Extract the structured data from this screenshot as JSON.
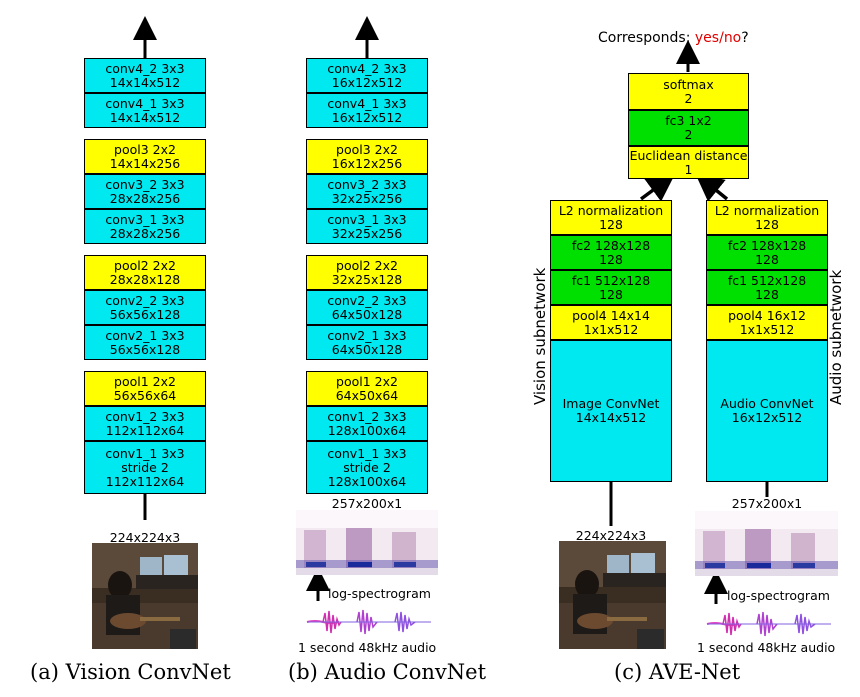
{
  "vision_convnet": {
    "blocks": [
      {
        "l1": "conv4_2 3x3",
        "l2": "14x14x512",
        "color": "#00e8f0"
      },
      {
        "l1": "conv4_1 3x3",
        "l2": "14x14x512",
        "color": "#00e8f0"
      },
      {
        "l1": "pool3 2x2",
        "l2": "14x14x256",
        "color": "#ffff00"
      },
      {
        "l1": "conv3_2 3x3",
        "l2": "28x28x256",
        "color": "#00e8f0"
      },
      {
        "l1": "conv3_1 3x3",
        "l2": "28x28x256",
        "color": "#00e8f0"
      },
      {
        "l1": "pool2 2x2",
        "l2": "28x28x128",
        "color": "#ffff00"
      },
      {
        "l1": "conv2_2 3x3",
        "l2": "56x56x128",
        "color": "#00e8f0"
      },
      {
        "l1": "conv2_1 3x3",
        "l2": "56x56x128",
        "color": "#00e8f0"
      },
      {
        "l1": "pool1 2x2",
        "l2": "56x56x64",
        "color": "#ffff00"
      },
      {
        "l1": "conv1_2 3x3",
        "l2": "112x112x64",
        "color": "#00e8f0"
      },
      {
        "l1": "conv1_1 3x3",
        "l2": "stride 2",
        "l3": "112x112x64",
        "color": "#00e8f0"
      }
    ],
    "input_label": "224x224x3",
    "caption": "(a) Vision ConvNet"
  },
  "audio_convnet": {
    "blocks": [
      {
        "l1": "conv4_2 3x3",
        "l2": "16x12x512",
        "color": "#00e8f0"
      },
      {
        "l1": "conv4_1 3x3",
        "l2": "16x12x512",
        "color": "#00e8f0"
      },
      {
        "l1": "pool3 2x2",
        "l2": "16x12x256",
        "color": "#ffff00"
      },
      {
        "l1": "conv3_2 3x3",
        "l2": "32x25x256",
        "color": "#00e8f0"
      },
      {
        "l1": "conv3_1 3x3",
        "l2": "32x25x256",
        "color": "#00e8f0"
      },
      {
        "l1": "pool2 2x2",
        "l2": "32x25x128",
        "color": "#ffff00"
      },
      {
        "l1": "conv2_2 3x3",
        "l2": "64x50x128",
        "color": "#00e8f0"
      },
      {
        "l1": "conv2_1 3x3",
        "l2": "64x50x128",
        "color": "#00e8f0"
      },
      {
        "l1": "pool1 2x2",
        "l2": "64x50x64",
        "color": "#ffff00"
      },
      {
        "l1": "conv1_2 3x3",
        "l2": "128x100x64",
        "color": "#00e8f0"
      },
      {
        "l1": "conv1_1 3x3",
        "l2": "stride 2",
        "l3": "128x100x64",
        "color": "#00e8f0"
      }
    ],
    "input_label": "257x200x1",
    "spectrogram_label": "log-spectrogram",
    "audio_label": "1 second 48kHz audio",
    "caption": "(b) Audio ConvNet"
  },
  "ave_net": {
    "output_prefix": "Corresponds: ",
    "output_yes": "yes",
    "output_sep": "/",
    "output_no": "no",
    "output_suffix": "?",
    "output_color": "#e00000",
    "top_blocks": [
      {
        "l1": "softmax",
        "l2": "2",
        "color": "#ffff00"
      },
      {
        "l1": "fc3 1x2",
        "l2": "2",
        "color": "#00e000"
      },
      {
        "l1": "Euclidean distance",
        "l2": "1",
        "color": "#ffff00"
      }
    ],
    "vision_sub": [
      {
        "l1": "L2 normalization",
        "l2": "128",
        "color": "#ffff00"
      },
      {
        "l1": "fc2 128x128",
        "l2": "128",
        "color": "#00e000"
      },
      {
        "l1": "fc1 512x128",
        "l2": "128",
        "color": "#00e000"
      },
      {
        "l1": "pool4 14x14",
        "l2": "1x1x512",
        "color": "#ffff00"
      },
      {
        "l1": "Image ConvNet",
        "l2": "14x14x512",
        "color": "#00e8f0"
      }
    ],
    "audio_sub": [
      {
        "l1": "L2 normalization",
        "l2": "128",
        "color": "#ffff00"
      },
      {
        "l1": "fc2 128x128",
        "l2": "128",
        "color": "#00e000"
      },
      {
        "l1": "fc1 512x128",
        "l2": "128",
        "color": "#00e000"
      },
      {
        "l1": "pool4 16x12",
        "l2": "1x1x512",
        "color": "#ffff00"
      },
      {
        "l1": "Audio ConvNet",
        "l2": "16x12x512",
        "color": "#00e8f0"
      }
    ],
    "vision_side_label": "Vision subnetwork",
    "audio_side_label": "Audio subnetwork",
    "vision_input_label": "224x224x3",
    "audio_input_label": "257x200x1",
    "spectrogram_label": "log-spectrogram",
    "audio_label": "1 second 48kHz audio",
    "caption": "(c) AVE-Net"
  }
}
